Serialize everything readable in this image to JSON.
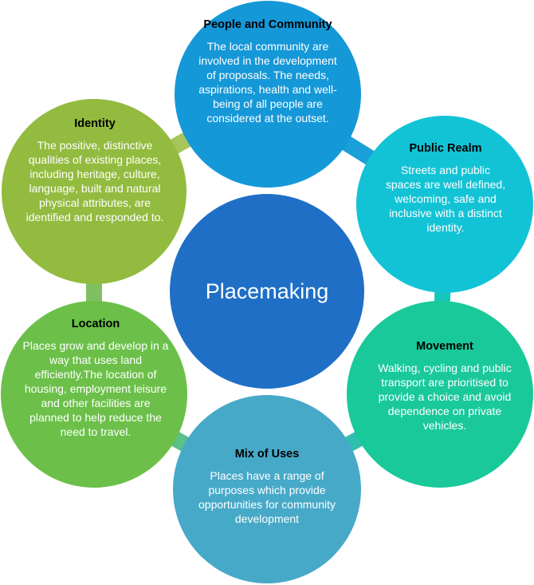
{
  "center": {
    "label": "Placemaking",
    "color": "#1F6FC6"
  },
  "nodes": [
    {
      "id": "people",
      "title": "People and Community",
      "body": "The local community are involved in the development of proposals. The needs, aspirations, health and well-being of all people are considered at the outset.",
      "color": "#1598D8"
    },
    {
      "id": "public-realm",
      "title": "Public Realm",
      "body": "Streets and public spaces are well defined, welcoming, safe and inclusive with a distinct identity.",
      "color": "#12C3D6"
    },
    {
      "id": "movement",
      "title": "Movement",
      "body": "Walking, cycling and public transport are prioritised to provide a choice and avoid dependence on private vehicles.",
      "color": "#19C99A"
    },
    {
      "id": "mix-of-uses",
      "title": "Mix of Uses",
      "body": "Places have a range of purposes which provide opportunities for community development",
      "color": "#47A9C8"
    },
    {
      "id": "location",
      "title": "Location",
      "body": "Places grow and develop in a way that uses land efficiently.The location of housing, employment leisure and other facilities are planned to help reduce the need to travel.",
      "color": "#6CC04A"
    },
    {
      "id": "identity",
      "title": "Identity",
      "body": "The positive, distinctive qualities of existing places, including heritage, culture, language, built and natural physical attributes, are identified and responded to.",
      "color": "#93BB3F"
    }
  ],
  "connectors": [
    {
      "from": "people",
      "to": "public-realm",
      "color": "#1AA0D8"
    },
    {
      "from": "public-realm",
      "to": "movement",
      "color": "#15C6BC"
    },
    {
      "from": "movement",
      "to": "mix-of-uses",
      "color": "#2EBFAE"
    },
    {
      "from": "mix-of-uses",
      "to": "location",
      "color": "#5BC08A"
    },
    {
      "from": "location",
      "to": "identity",
      "color": "#80C062"
    },
    {
      "from": "identity",
      "to": "people",
      "color": "#A8C55A"
    }
  ]
}
